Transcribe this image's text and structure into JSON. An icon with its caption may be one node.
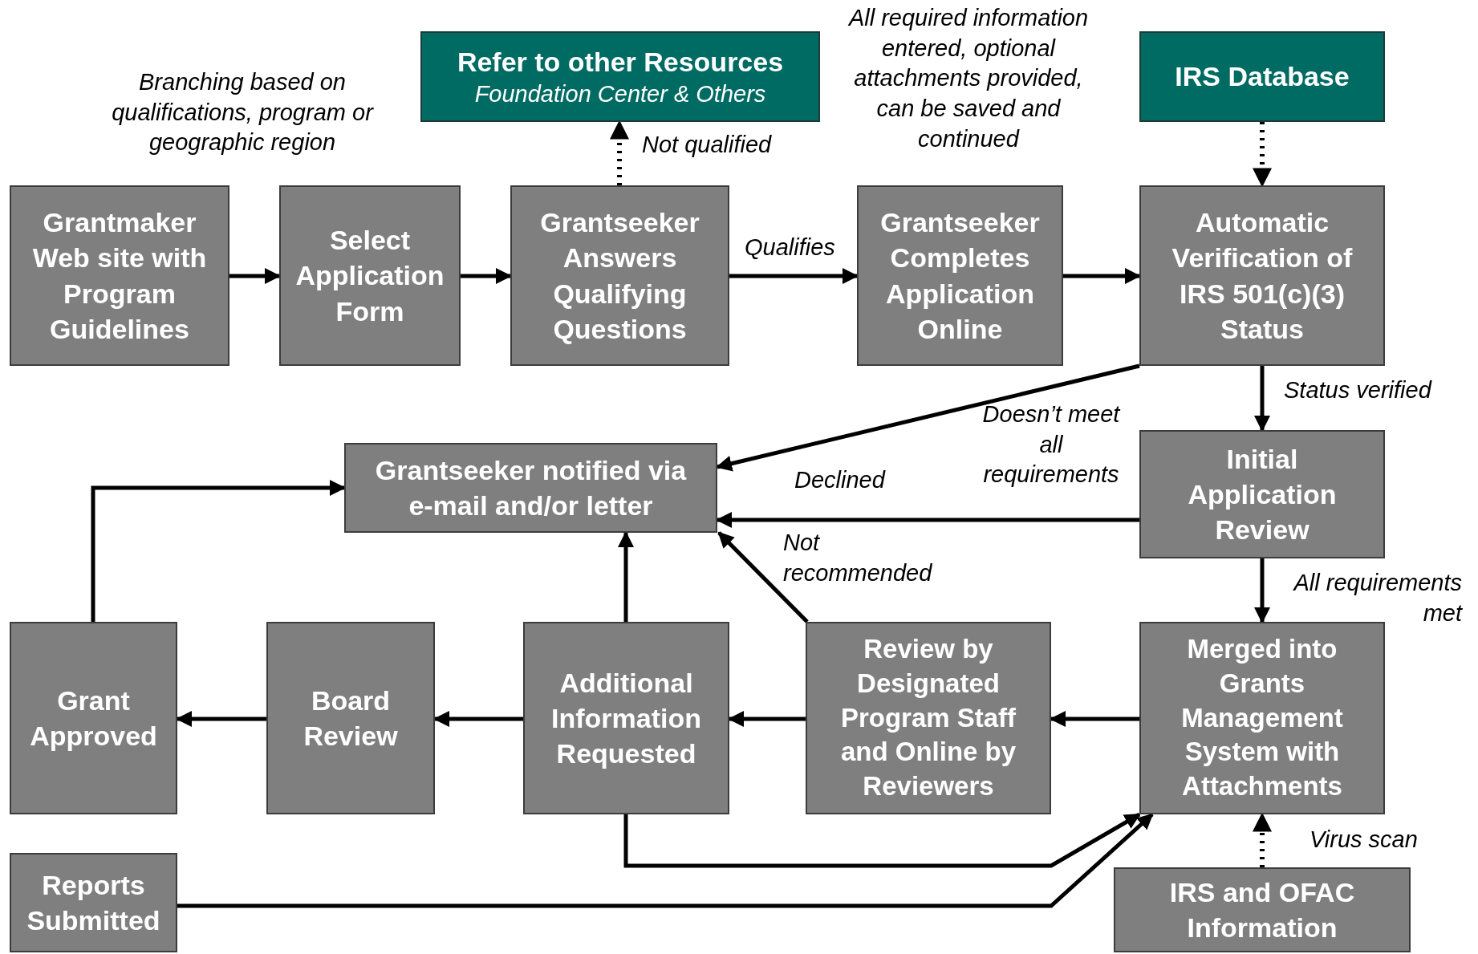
{
  "diagram": {
    "nodes": [
      {
        "text": [
          "Grantmaker Web site with Program Guidelines"
        ]
      },
      {
        "text": [
          "Select Application Form"
        ]
      },
      {
        "text": [
          "Grantseeker Answers Qualifying Questions"
        ]
      },
      {
        "text": [
          "Refer to other Resources",
          "Foundation Center & Others"
        ]
      },
      {
        "text": [
          "Grantseeker Completes Application Online"
        ]
      },
      {
        "text": [
          "IRS Database"
        ]
      },
      {
        "text": [
          "Automatic Verification of IRS 501(c)(3) Status"
        ]
      },
      {
        "text": [
          "Grantseeker notified via e-mail and/or letter"
        ]
      },
      {
        "text": [
          "Initial Application Review"
        ]
      },
      {
        "text": [
          "Grant Approved"
        ]
      },
      {
        "text": [
          "Board Review"
        ]
      },
      {
        "text": [
          "Additional Information Requested"
        ]
      },
      {
        "text": [
          "Review by Designated Program Staff and Online by Reviewers"
        ]
      },
      {
        "text": [
          "Merged into Grants Management System with Attachments"
        ]
      },
      {
        "text": [
          "Reports Submitted"
        ]
      },
      {
        "text": [
          "IRS and OFAC Information"
        ]
      }
    ],
    "edges": [
      {
        "from": 0,
        "to": 1,
        "arrow": "to"
      },
      {
        "from": 1,
        "to": 2,
        "arrow": "to"
      },
      {
        "from": 2,
        "to": 3,
        "arrow": "to",
        "label": "Not qualified",
        "style": "dashed"
      },
      {
        "from": 2,
        "to": 4,
        "arrow": "to",
        "label": "Qualifies"
      },
      {
        "from": 4,
        "to": 6,
        "arrow": "to"
      },
      {
        "from": 5,
        "to": 6,
        "arrow": "to",
        "style": "dashed"
      },
      {
        "from": 6,
        "to": 7,
        "arrow": "to",
        "label": "Declined"
      },
      {
        "from": 6,
        "to": 8,
        "arrow": "to",
        "label": "Status verified"
      },
      {
        "from": 8,
        "to": 7,
        "arrow": "to",
        "label": "Doesn’t meet all requirements"
      },
      {
        "from": 8,
        "to": 13,
        "arrow": "to",
        "label": "All requirements met"
      },
      {
        "from": 13,
        "to": 12,
        "arrow": "to"
      },
      {
        "from": 12,
        "to": 11,
        "arrow": "to"
      },
      {
        "from": 11,
        "to": 10,
        "arrow": "to"
      },
      {
        "from": 10,
        "to": 9,
        "arrow": "to"
      },
      {
        "from": 9,
        "to": 7,
        "arrow": "to"
      },
      {
        "from": 11,
        "to": 7,
        "arrow": "to"
      },
      {
        "from": 12,
        "to": 7,
        "arrow": "to",
        "label": "Not recommended"
      },
      {
        "from": 11,
        "to": 13,
        "arrow": "to"
      },
      {
        "from": 14,
        "to": 13,
        "arrow": "to"
      },
      {
        "from": 15,
        "to": 13,
        "arrow": "to",
        "label": "Virus scan",
        "style": "dashed"
      }
    ],
    "labels": [
      "Branching based on qualifications, program or geographic region",
      "All required information entered, optional attachments provided, can be saved and continued"
    ]
  }
}
